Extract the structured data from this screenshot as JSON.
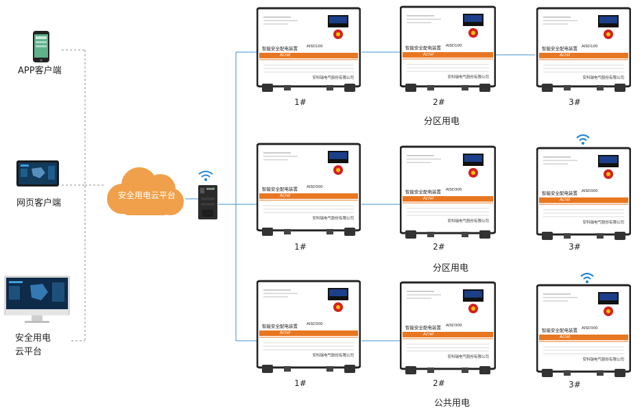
{
  "clients": [
    {
      "label": "APP客户端",
      "icon": "phone-icon"
    },
    {
      "label": "网页客户端",
      "icon": "tablet-icon"
    },
    {
      "label_lines": [
        "安全用电",
        "云平台"
      ],
      "icon": "desktop-icon"
    }
  ],
  "cloud": {
    "label": "安全用电云平台"
  },
  "gateway": {
    "icon": "gateway-icon",
    "wifi": "wifi-icon"
  },
  "rows": [
    {
      "label": "分区用电",
      "cabinets": [
        {
          "number": "1#",
          "title": "智能安全配电装置",
          "model": "AISD100",
          "company": "安科瑞电气股份有限公司",
          "brand": "Acrel"
        },
        {
          "number": "2#",
          "title": "智能安全配电装置",
          "model": "AISD100",
          "company": "安科瑞电气股份有限公司",
          "brand": "Acrel"
        },
        {
          "number": "3#",
          "title": "智能安全配电装置",
          "model": "AISD100",
          "company": "安科瑞电气股份有限公司",
          "brand": "Acrel"
        }
      ]
    },
    {
      "label": "分区用电",
      "cabinets": [
        {
          "number": "1#",
          "title": "智能安全配电装置",
          "model": "AISD300",
          "company": "安科瑞电气股份有限公司",
          "brand": "Acrel"
        },
        {
          "number": "2#",
          "title": "智能安全配电装置",
          "model": "AISD300",
          "company": "安科瑞电气股份有限公司",
          "brand": "Acrel"
        },
        {
          "number": "3#",
          "title": "智能安全配电装置",
          "model": "AISD300",
          "company": "安科瑞电气股份有限公司",
          "brand": "Acrel"
        }
      ]
    },
    {
      "label": "公共用电",
      "cabinets": [
        {
          "number": "1#",
          "title": "智能安全配电装置",
          "model": "AISD300",
          "company": "安科瑞电气股份有限公司",
          "brand": "Acrel"
        },
        {
          "number": "2#",
          "title": "智能安全配电装置",
          "model": "AISD300",
          "company": "安科瑞电气股份有限公司",
          "brand": "Acrel"
        },
        {
          "number": "3#",
          "title": "智能安全配电装置",
          "model": "AISD300",
          "company": "安科瑞电气股份有限公司",
          "brand": "Acrel"
        }
      ]
    }
  ],
  "colors": {
    "accent": "#e87722",
    "cloud": "#f0a04a",
    "line": "#3b8fd0",
    "dash": "#888888"
  }
}
